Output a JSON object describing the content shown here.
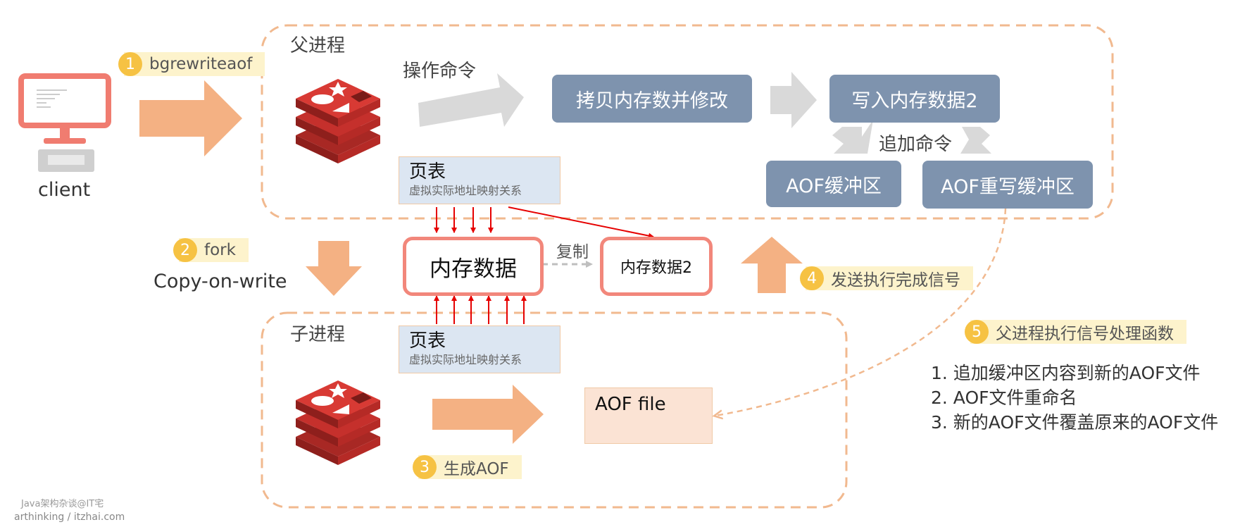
{
  "client_label": "client",
  "parent_process": {
    "title": "父进程",
    "operation_label": "操作命令",
    "copy_modify_box": "拷贝内存数并修改",
    "write_box": "写入内存数据2",
    "append_label": "追加命令",
    "aof_buffer": "AOF缓冲区",
    "aof_rewrite_buffer": "AOF重写缓冲区"
  },
  "page_table": {
    "title": "页表",
    "subtitle": "虚拟实际地址映射关系"
  },
  "memory": {
    "main": "内存数据",
    "copy_label": "复制",
    "copy": "内存数据2"
  },
  "child_process": {
    "title": "子进程",
    "aof_file": "AOF file"
  },
  "fork_extra": "Copy-on-write",
  "steps": [
    {
      "num": "1",
      "label": "bgrewriteaof"
    },
    {
      "num": "2",
      "label": "fork"
    },
    {
      "num": "3",
      "label": "生成AOF"
    },
    {
      "num": "4",
      "label": "发送执行完成信号"
    },
    {
      "num": "5",
      "label": "父进程执行信号处理函数"
    }
  ],
  "handler_steps": [
    "1. 追加缓冲区内容到新的AOF文件",
    "2. AOF文件重命名",
    "3. 新的AOF文件覆盖原来的AOF文件"
  ],
  "watermark": {
    "line1": "Java架构杂谈@IT宅",
    "line2": "arthinking / itzhai.com"
  },
  "colors": {
    "dashed_border": "#f1b98f",
    "orange_arrow": "#f4b183",
    "gray_arrow": "#d9d9d9",
    "gray_box": "#7e93ae",
    "badge_circle": "#f6c243",
    "badge_bg": "#fdf3cc",
    "memory_border": "#f2877b",
    "redis_red": "#c5302c",
    "pointer_red": "#e60000"
  },
  "icons": [
    "monitor-icon",
    "keyboard-icon",
    "redis-logo-icon"
  ]
}
